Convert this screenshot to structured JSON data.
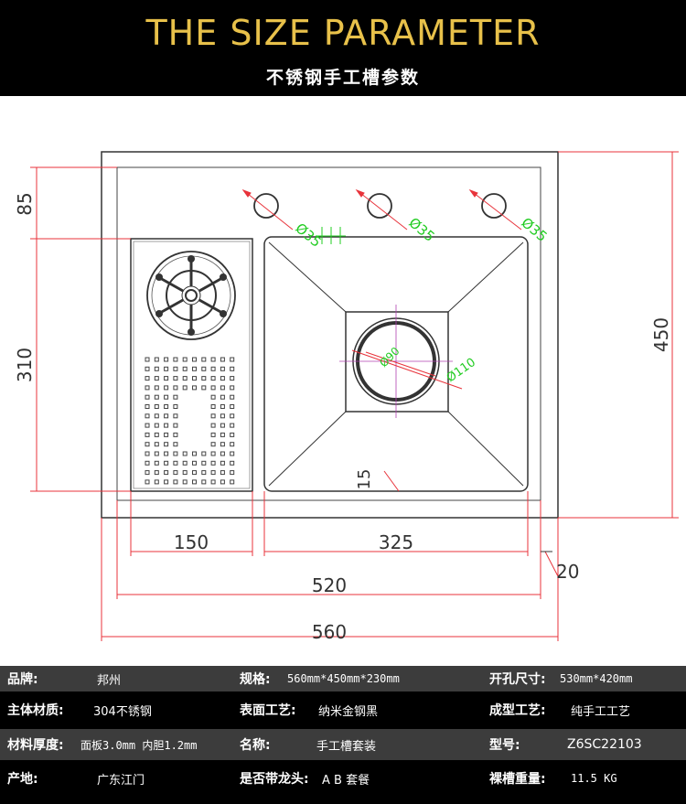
{
  "header": {
    "title": "THE SIZE PARAMETER",
    "subtitle": "不锈钢手工槽参数"
  },
  "dimensions": {
    "d85": "85",
    "d310": "310",
    "d450": "450",
    "d150": "150",
    "d325": "325",
    "d20": "20",
    "d520": "520",
    "d560": "560",
    "d15": "15",
    "hole1": "Ø35",
    "hole2": "Ø35",
    "hole3": "Ø35",
    "drain_inner": "Ø90",
    "drain_outer": "Ø110"
  },
  "colors": {
    "dim_line": "#e8333b",
    "callout": "#22cc22",
    "outline": "#333333",
    "accent": "#e8c14a"
  },
  "spec": {
    "brand_label": "品牌:",
    "brand_value": "邦州",
    "size_label": "规格:",
    "size_value": "560mm*450mm*230mm",
    "cutout_label": "开孔尺寸:",
    "cutout_value": "530mm*420mm",
    "material_label": "主体材质:",
    "material_value": "304不锈钢",
    "surface_label": "表面工艺:",
    "surface_value": "纳米金钢黑",
    "forming_label": "成型工艺:",
    "forming_value": "纯手工工艺",
    "thickness_label": "材料厚度:",
    "thickness_value": "面板3.0mm 内胆1.2mm",
    "name_label": "名称:",
    "name_value": "手工槽套装",
    "model_label": "型号:",
    "model_value": "Z6SC22103",
    "origin_label": "产地:",
    "origin_value": "广东江门",
    "faucet_label": "是否带龙头:",
    "faucet_value": "A B 套餐",
    "weight_label": "裸槽重量:",
    "weight_value": "11.5 KG"
  }
}
